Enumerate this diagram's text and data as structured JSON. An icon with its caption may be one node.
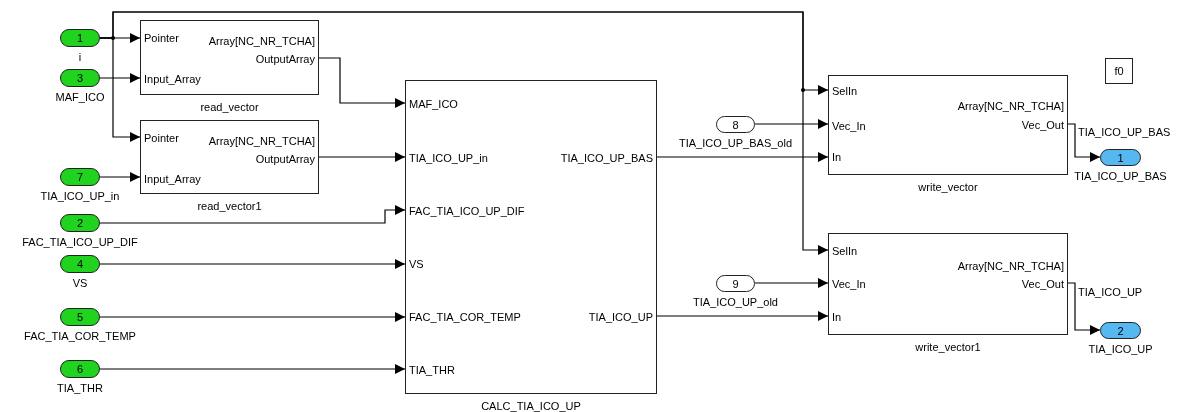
{
  "diagram": {
    "nodes": [
      {
        "text": [
          "1"
        ],
        "beside": [
          "i"
        ]
      },
      {
        "text": [
          "3"
        ],
        "beside": [
          "MAF_ICO"
        ]
      },
      {
        "text": [
          "Pointer",
          "Array[NC_NR_TCHA]",
          "OutputArray",
          "Input_Array"
        ],
        "beside": [
          "read_vector"
        ]
      },
      {
        "text": [
          "7"
        ],
        "beside": [
          "TIA_ICO_UP_in"
        ]
      },
      {
        "text": [
          "Pointer",
          "Array[NC_NR_TCHA]",
          "OutputArray",
          "Input_Array"
        ],
        "beside": [
          "read_vector1"
        ]
      },
      {
        "text": [
          "2"
        ],
        "beside": [
          "FAC_TIA_ICO_UP_DIF"
        ]
      },
      {
        "text": [
          "4"
        ],
        "beside": [
          "VS"
        ]
      },
      {
        "text": [
          "5"
        ],
        "beside": [
          "FAC_TIA_COR_TEMP"
        ]
      },
      {
        "text": [
          "6"
        ],
        "beside": [
          "TIA_THR"
        ]
      },
      {
        "text": [
          "MAF_ICO",
          "TIA_ICO_UP_in",
          "FAC_TIA_ICO_UP_DIF",
          "VS",
          "FAC_TIA_COR_TEMP",
          "TIA_THR",
          "TIA_ICO_UP_BAS",
          "TIA_ICO_UP"
        ],
        "beside": [
          "CALC_TIA_ICO_UP"
        ]
      },
      {
        "text": [
          "8"
        ],
        "beside": [
          "TIA_ICO_UP_BAS_old"
        ]
      },
      {
        "text": [
          "9"
        ],
        "beside": [
          "TIA_ICO_UP_old"
        ]
      },
      {
        "text": [
          "SelIn",
          "Vec_In",
          "In",
          "Array[NC_NR_TCHA]",
          "Vec_Out"
        ],
        "beside": [
          "write_vector"
        ]
      },
      {
        "text": [
          "SelIn",
          "Vec_In",
          "In",
          "Array[NC_NR_TCHA]",
          "Vec_Out"
        ],
        "beside": [
          "write_vector1"
        ]
      },
      {
        "text": [
          "1"
        ],
        "beside": [
          "TIA_ICO_UP_BAS"
        ]
      },
      {
        "text": [
          "2"
        ],
        "beside": [
          "TIA_ICO_UP"
        ]
      },
      {
        "text": [
          "f0"
        ]
      }
    ],
    "edges": [
      {
        "from": 0,
        "to": 2,
        "arrow": "to"
      },
      {
        "from": 0,
        "to": 4,
        "arrow": "to"
      },
      {
        "from": 0,
        "to": 12,
        "arrow": "to"
      },
      {
        "from": 0,
        "to": 13,
        "arrow": "to"
      },
      {
        "from": 1,
        "to": 2,
        "arrow": "to"
      },
      {
        "from": 3,
        "to": 4,
        "arrow": "to"
      },
      {
        "from": 2,
        "to": 9,
        "arrow": "to"
      },
      {
        "from": 4,
        "to": 9,
        "arrow": "to"
      },
      {
        "from": 5,
        "to": 9,
        "arrow": "to"
      },
      {
        "from": 6,
        "to": 9,
        "arrow": "to"
      },
      {
        "from": 7,
        "to": 9,
        "arrow": "to"
      },
      {
        "from": 8,
        "to": 9,
        "arrow": "to"
      },
      {
        "from": 9,
        "to": 12,
        "arrow": "to"
      },
      {
        "from": 10,
        "to": 12,
        "arrow": "to"
      },
      {
        "from": 9,
        "to": 13,
        "arrow": "to"
      },
      {
        "from": 11,
        "to": 13,
        "arrow": "to"
      },
      {
        "from": 12,
        "to": 14,
        "arrow": "to",
        "label": "TIA_ICO_UP_BAS"
      },
      {
        "from": 13,
        "to": 15,
        "arrow": "to",
        "label": "TIA_ICO_UP"
      }
    ]
  }
}
